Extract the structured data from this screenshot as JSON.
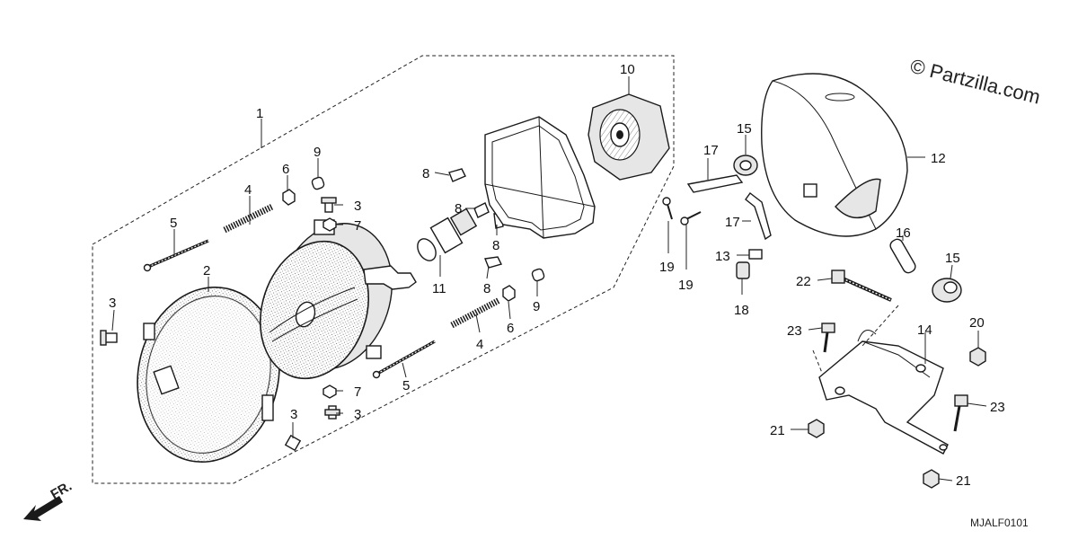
{
  "watermark": "© Partzilla.com",
  "diagram_code": "MJALF0101",
  "front_indicator": "FR.",
  "callouts": [
    "1",
    "2",
    "3",
    "3",
    "3",
    "3",
    "4",
    "4",
    "5",
    "5",
    "6",
    "6",
    "7",
    "7",
    "8",
    "8",
    "8",
    "8",
    "9",
    "9",
    "10",
    "11",
    "12",
    "13",
    "14",
    "15",
    "15",
    "16",
    "17",
    "17",
    "18",
    "19",
    "19",
    "20",
    "21",
    "21",
    "22",
    "23",
    "23"
  ]
}
